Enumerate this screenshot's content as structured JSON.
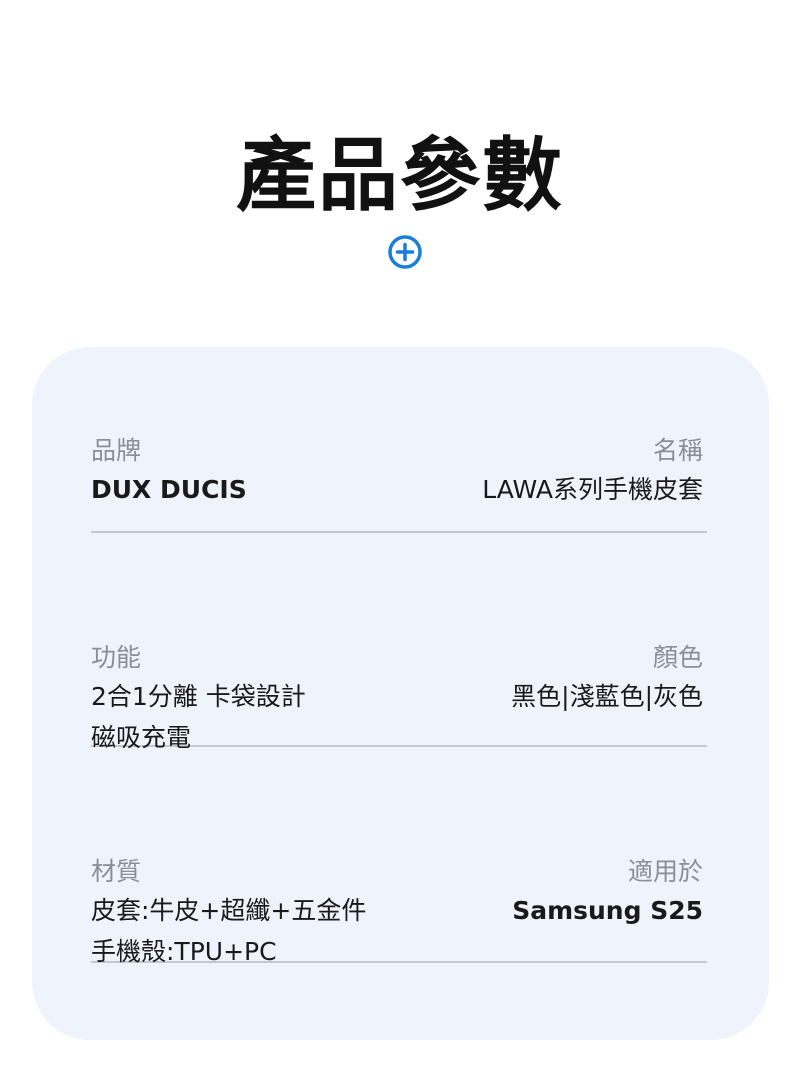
{
  "header": {
    "title": "產品參數",
    "icon": "plus-circle-icon",
    "accent_color": "#1a7fd8"
  },
  "specs": {
    "brand": {
      "label": "品牌",
      "value": "DUX DUCIS"
    },
    "name": {
      "label": "名稱",
      "value": "LAWA系列手機皮套"
    },
    "function": {
      "label": "功能",
      "value_line1": "2合1分離 卡袋設計",
      "value_line2": "磁吸充電"
    },
    "color": {
      "label": "顏色",
      "value": "黑色|淺藍色|灰色"
    },
    "material": {
      "label": "材質",
      "value_line1": "皮套:牛皮+超纖+五金件",
      "value_line2": "手機殼:TPU+PC"
    },
    "compatible": {
      "label": "適用於",
      "value": "Samsung S25"
    }
  },
  "colors": {
    "card_background": "#eff3fc",
    "label_text": "#8a8f97",
    "value_text": "#1a1a1a",
    "divider": "#c3c8d0"
  }
}
